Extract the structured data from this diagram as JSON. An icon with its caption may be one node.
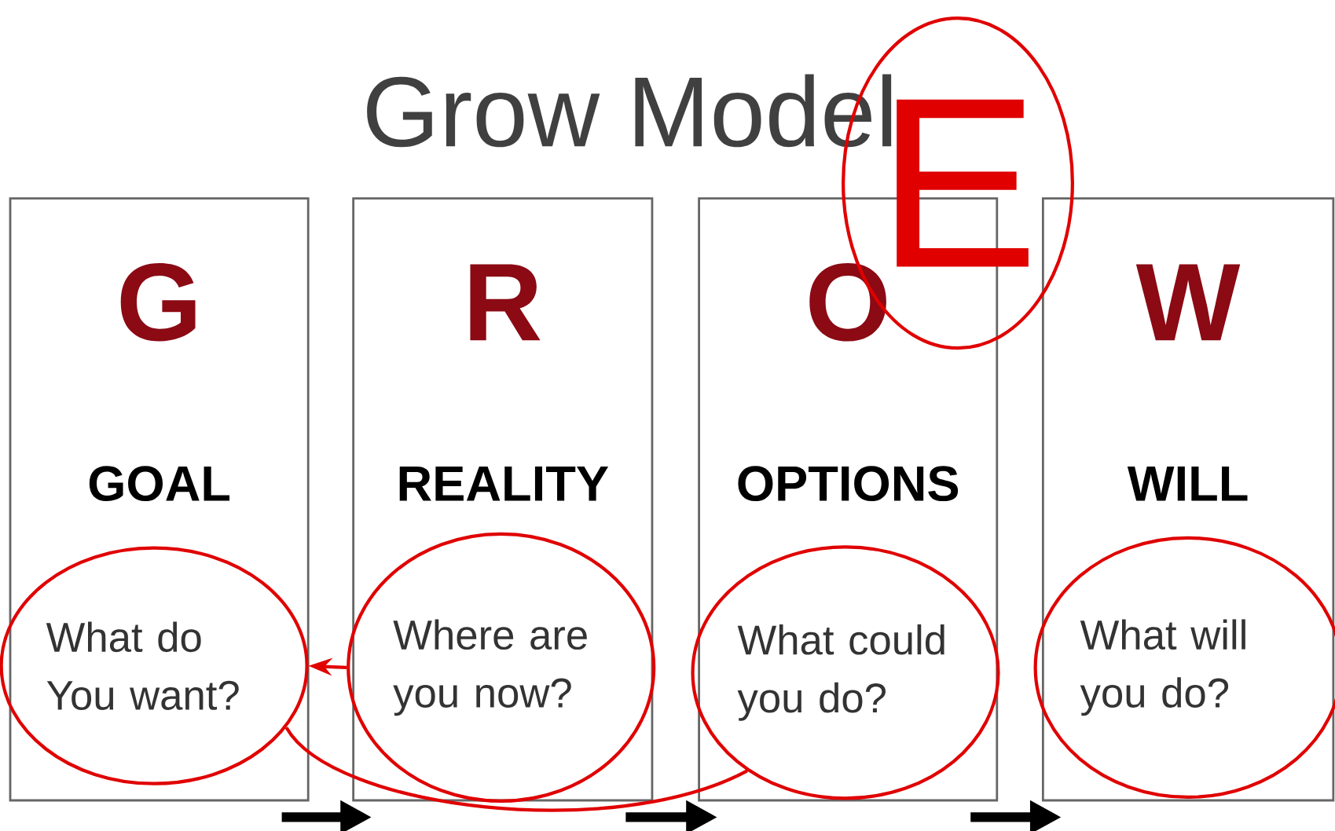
{
  "diagram": {
    "title": "Grow Model",
    "nodes": [
      {
        "text": [
          "G",
          "GOAL"
        ]
      },
      {
        "text": [
          "What do You want?"
        ],
        "in": 0
      },
      {
        "text": [
          "R",
          "REALITY"
        ]
      },
      {
        "text": [
          "Where are you now?"
        ],
        "in": 2
      },
      {
        "text": [
          "O",
          "OPTIONS"
        ]
      },
      {
        "text": [
          "What could you do?"
        ],
        "in": 4
      },
      {
        "text": [
          "W",
          "WILL"
        ]
      },
      {
        "text": [
          "What will you do?"
        ],
        "in": 6
      },
      {
        "text": [
          "E"
        ]
      }
    ],
    "edges": [
      {
        "from": 0,
        "to": 2,
        "arrow": "to"
      },
      {
        "from": 2,
        "to": 4,
        "arrow": "to"
      },
      {
        "from": 4,
        "to": 6,
        "arrow": "to"
      },
      {
        "from": 3,
        "to": 1,
        "arrow": "to",
        "color": "#e00000"
      },
      {
        "from": 1,
        "to": 5,
        "arrow": "none",
        "color": "#e00000"
      }
    ]
  }
}
